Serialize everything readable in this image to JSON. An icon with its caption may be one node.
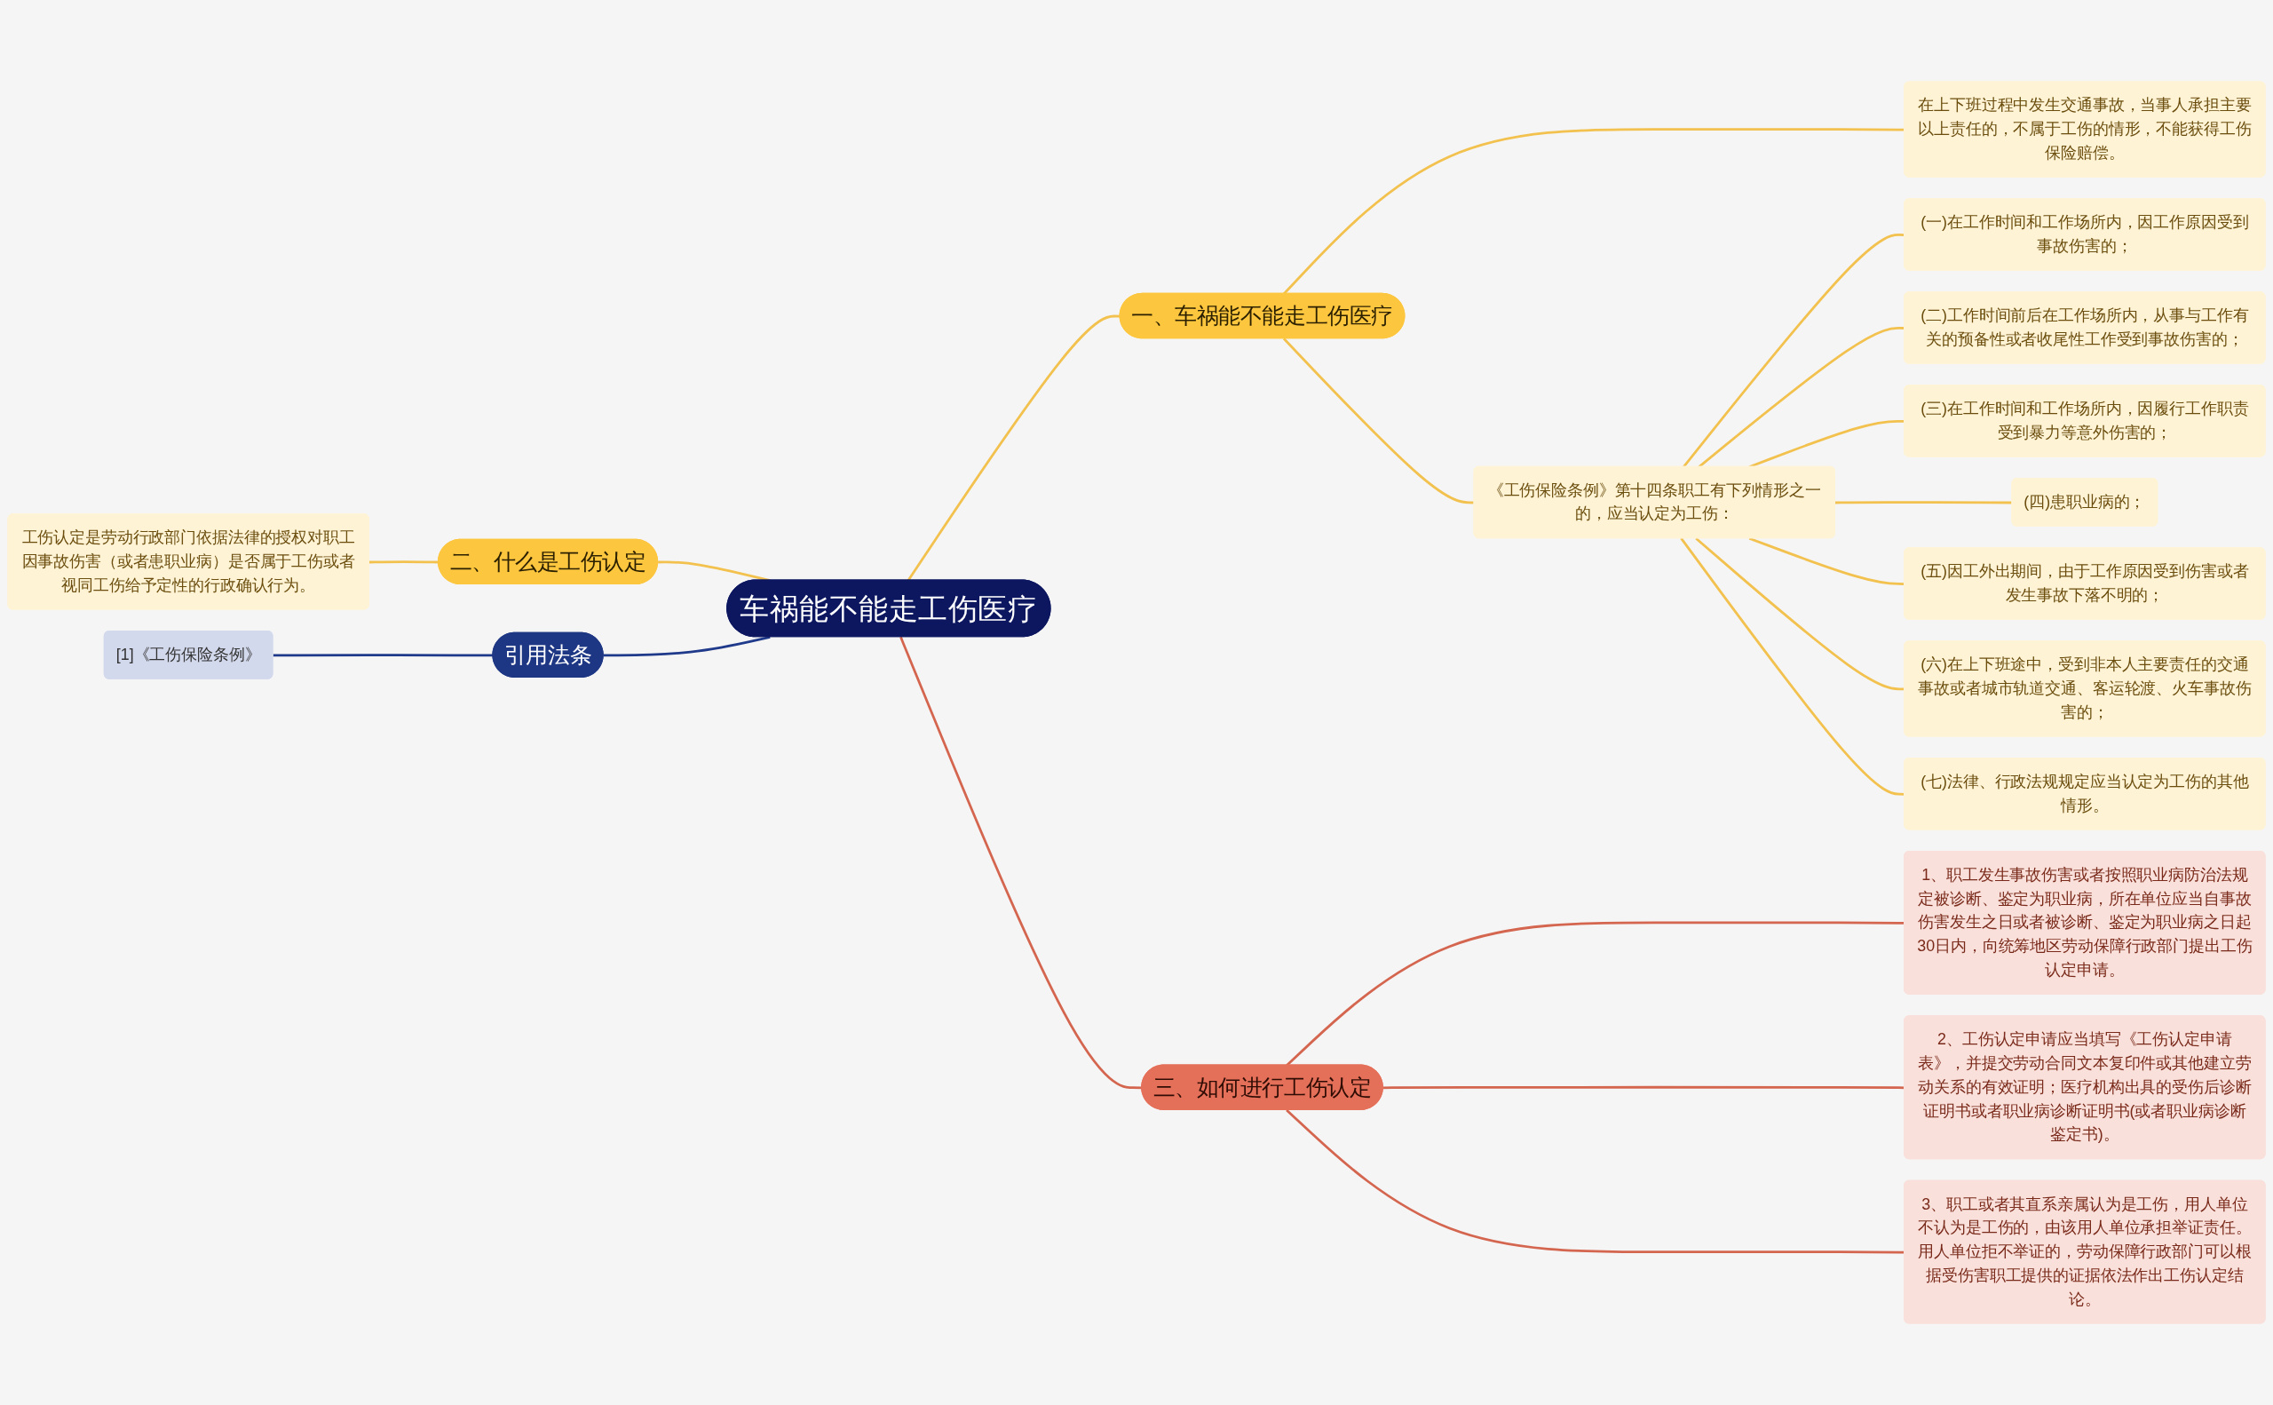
{
  "diagram": {
    "nodes": [
      {
        "text": [
          "车祸能不能走工伤医疗"
        ]
      },
      {
        "text": [
          "一、车祸能不能走工伤医疗"
        ]
      },
      {
        "text": [
          "在上下班过程中发生交通事故，当事人承担主要以上责任的，不属于工伤的情形，不能获得工伤保险赔偿。"
        ]
      },
      {
        "text": [
          "《工伤保险条例》第十四条职工有下列情形之一的，应当认定为工伤："
        ]
      },
      {
        "text": [
          "(一)在工作时间和工作场所内，因工作原因受到事故伤害的；"
        ]
      },
      {
        "text": [
          "(二)工作时间前后在工作场所内，从事与工作有关的预备性或者收尾性工作受到事故伤害的；"
        ]
      },
      {
        "text": [
          "(三)在工作时间和工作场所内，因履行工作职责受到暴力等意外伤害的；"
        ]
      },
      {
        "text": [
          "(四)患职业病的；"
        ]
      },
      {
        "text": [
          "(五)因工外出期间，由于工作原因受到伤害或者发生事故下落不明的；"
        ]
      },
      {
        "text": [
          "(六)在上下班途中，受到非本人主要责任的交通事故或者城市轨道交通、客运轮渡、火车事故伤害的；"
        ]
      },
      {
        "text": [
          "(七)法律、行政法规规定应当认定为工伤的其他情形。"
        ]
      },
      {
        "text": [
          "二、什么是工伤认定"
        ]
      },
      {
        "text": [
          "工伤认定是劳动行政部门依据法律的授权对职工因事故伤害（或者患职业病）是否属于工伤或者视同工伤给予定性的行政确认行为。"
        ]
      },
      {
        "text": [
          "引用法条"
        ]
      },
      {
        "text": [
          "[1]《工伤保险条例》"
        ]
      },
      {
        "text": [
          "三、如何进行工伤认定"
        ]
      },
      {
        "text": [
          "1、职工发生事故伤害或者按照职业病防治法规定被诊断、鉴定为职业病，所在单位应当自事故伤害发生之日或者被诊断、鉴定为职业病之日起30日内，向统筹地区劳动保障行政部门提出工伤认定申请。"
        ]
      },
      {
        "text": [
          "2、工伤认定申请应当填写《工伤认定申请表》，并提交劳动合同文本复印件或其他建立劳动关系的有效证明；医疗机构出具的受伤后诊断证明书或者职业病诊断证明书(或者职业病诊断鉴定书)。"
        ]
      },
      {
        "text": [
          "3、职工或者其直系亲属认为是工伤，用人单位不认为是工伤的，由该用人单位承担举证责任。用人单位拒不举证的，劳动保障行政部门可以根据受伤害职工提供的证据依法作出工伤认定结论。"
        ]
      }
    ],
    "edges": [
      {
        "from": 0,
        "to": 1,
        "arrow": "none"
      },
      {
        "from": 1,
        "to": 2,
        "arrow": "none"
      },
      {
        "from": 1,
        "to": 3,
        "arrow": "none"
      },
      {
        "from": 3,
        "to": 4,
        "arrow": "none"
      },
      {
        "from": 3,
        "to": 5,
        "arrow": "none"
      },
      {
        "from": 3,
        "to": 6,
        "arrow": "none"
      },
      {
        "from": 3,
        "to": 7,
        "arrow": "none"
      },
      {
        "from": 3,
        "to": 8,
        "arrow": "none"
      },
      {
        "from": 3,
        "to": 9,
        "arrow": "none"
      },
      {
        "from": 3,
        "to": 10,
        "arrow": "none"
      },
      {
        "from": 12,
        "to": 11,
        "arrow": "none"
      },
      {
        "from": 11,
        "to": 0,
        "arrow": "none"
      },
      {
        "from": 14,
        "to": 13,
        "arrow": "none",
        "color": "#1f3a8a"
      },
      {
        "from": 13,
        "to": 0,
        "arrow": "none",
        "color": "#1f3a8a"
      },
      {
        "from": 0,
        "to": 15,
        "arrow": "none",
        "color": "#d4654f"
      },
      {
        "from": 15,
        "to": 16,
        "arrow": "none",
        "color": "#d4654f"
      },
      {
        "from": 15,
        "to": 17,
        "arrow": "none",
        "color": "#d4654f"
      },
      {
        "from": 15,
        "to": 18,
        "arrow": "none",
        "color": "#d4654f"
      }
    ]
  }
}
